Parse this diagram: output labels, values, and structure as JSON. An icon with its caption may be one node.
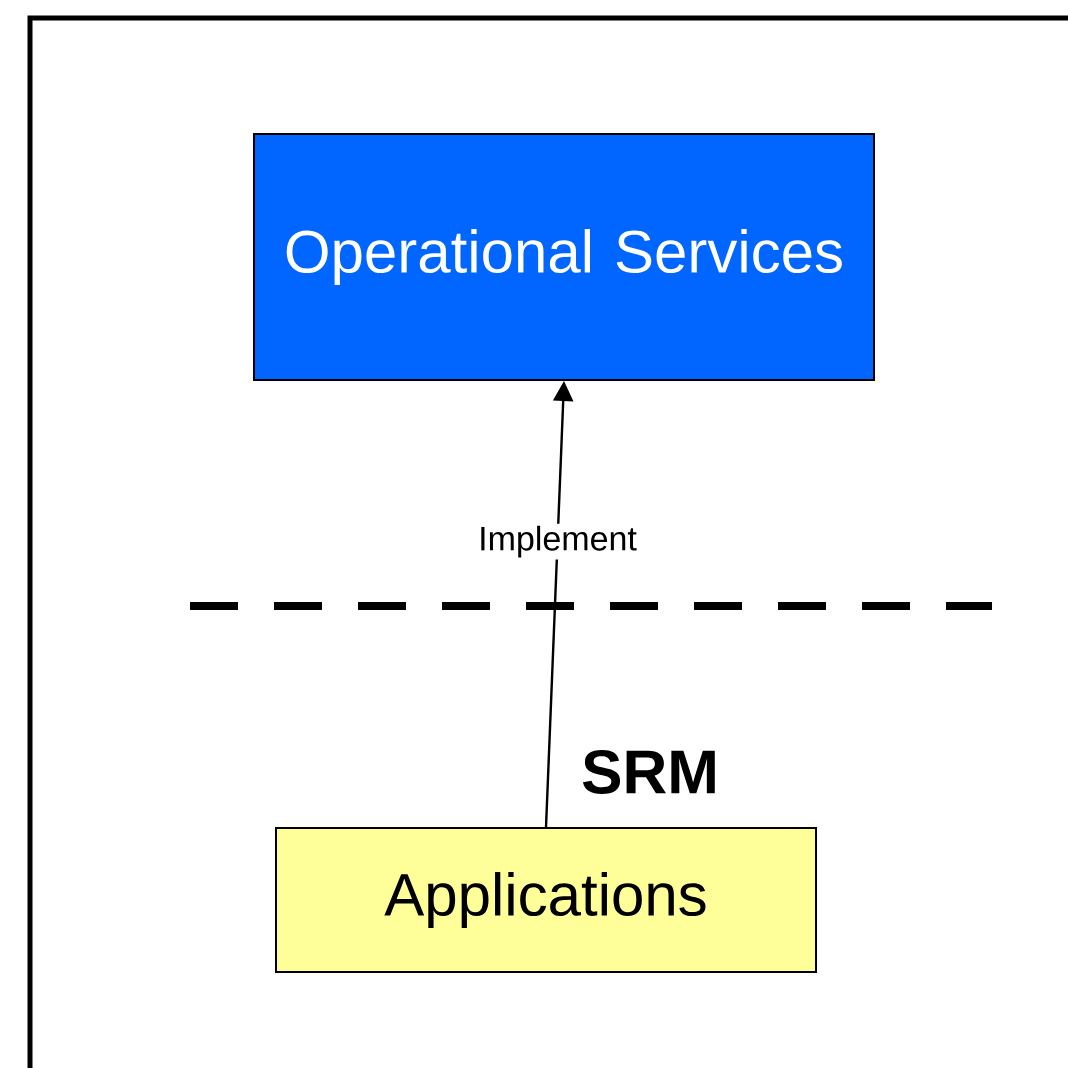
{
  "diagram": {
    "nodes": [
      {
        "text": [
          "Operational Services"
        ]
      },
      {
        "text": [
          "Applications"
        ]
      }
    ],
    "edges": [
      {
        "from": 1,
        "to": 0,
        "arrow": "to",
        "label": "Implement"
      }
    ],
    "labels": [
      "SRM"
    ]
  }
}
